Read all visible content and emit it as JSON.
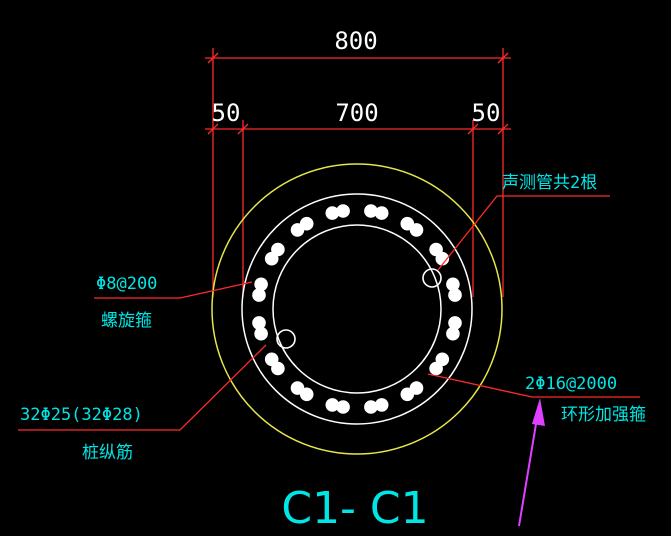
{
  "dimensions": {
    "overall": "800",
    "inner": "700",
    "left_cover": "50",
    "right_cover": "50"
  },
  "labels": {
    "sonic_tube": "声测管共2根",
    "spiral_spec": "Φ8@200",
    "spiral_name": "螺旋箍",
    "ring_spec": "2Φ16@2000",
    "ring_name": "环形加强箍",
    "long_spec": "32Φ25(32Φ28)",
    "long_name": "桩纵筋"
  },
  "title": "C1- C1",
  "colors": {
    "background": "#000000",
    "outer_circle": "#e6e64d",
    "inner_circle": "#ffffff",
    "leader": "#ff2a2a",
    "text": "#00e5e5",
    "dimension": "#ff2a2a",
    "arrow": "#e040ff",
    "bar": "#ffffff"
  },
  "rebar": {
    "bar_count": 32,
    "sonic_tube_count": 2
  }
}
